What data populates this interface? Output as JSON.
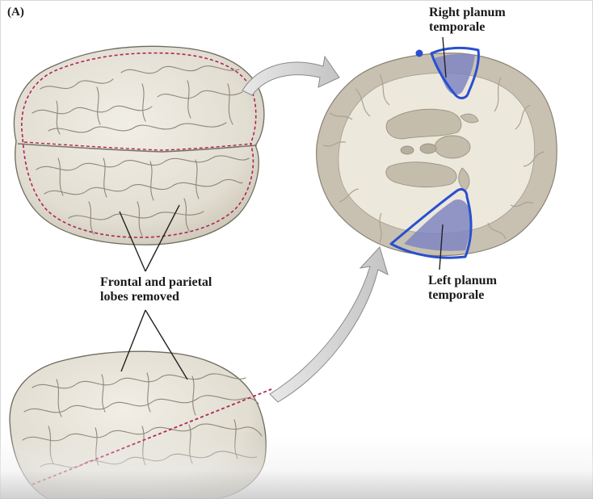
{
  "figure": {
    "panel_label": "(A)",
    "labels": {
      "right_planum": [
        "Right planum",
        "temporale"
      ],
      "left_planum": [
        "Left planum",
        "temporale"
      ],
      "lobes_removed": [
        "Frontal and parietal",
        "lobes removed"
      ]
    }
  },
  "colors": {
    "brain_fill": "#e4e1d6",
    "brain_shadow": "#c9c4b4",
    "gyri_lines": "#8e887a",
    "cut_line": "#b0245a",
    "arrow_fill": "#d4d4d4",
    "arrow_stroke": "#8a8a8a",
    "white_matter": "#ede8dc",
    "gray_matter": "#c8c1b1",
    "planum_highlight": "#7f86c2",
    "annotation_blue": "#2a4fd0",
    "leader_line": "#222222"
  }
}
